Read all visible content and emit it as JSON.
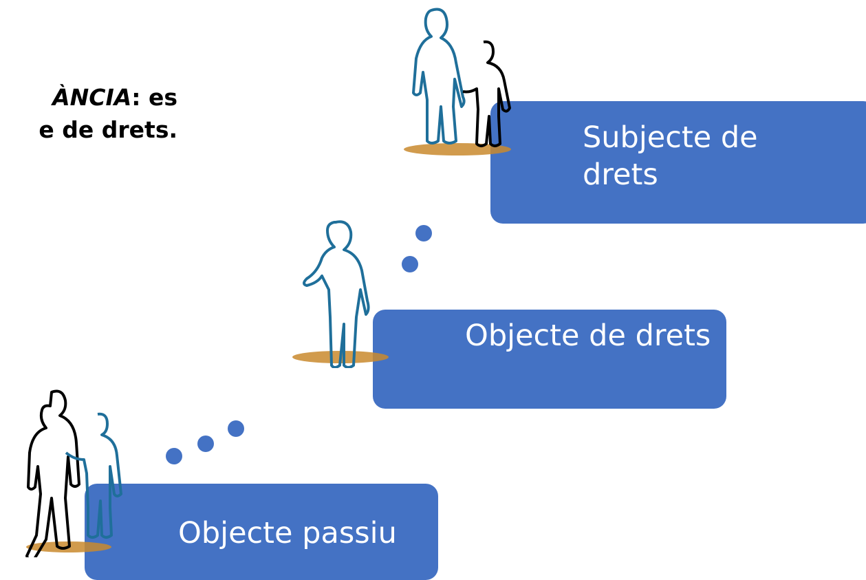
{
  "heading": {
    "line1_prefix": "ÀNCIA",
    "line1_suffix": ": es",
    "line2": "e de drets."
  },
  "stages": {
    "passive": "Objecte passiu",
    "object": "Objecte de drets",
    "subject": "Subjecte de drets"
  },
  "colors": {
    "box": "#4472C4",
    "figure_blue": "#1f6f9a",
    "figure_black": "#000000",
    "ground": "#c98a2e"
  },
  "icons": [
    "adult-child-pair-figure",
    "walking-child-figure",
    "adult-child-holding-hands-figure"
  ]
}
